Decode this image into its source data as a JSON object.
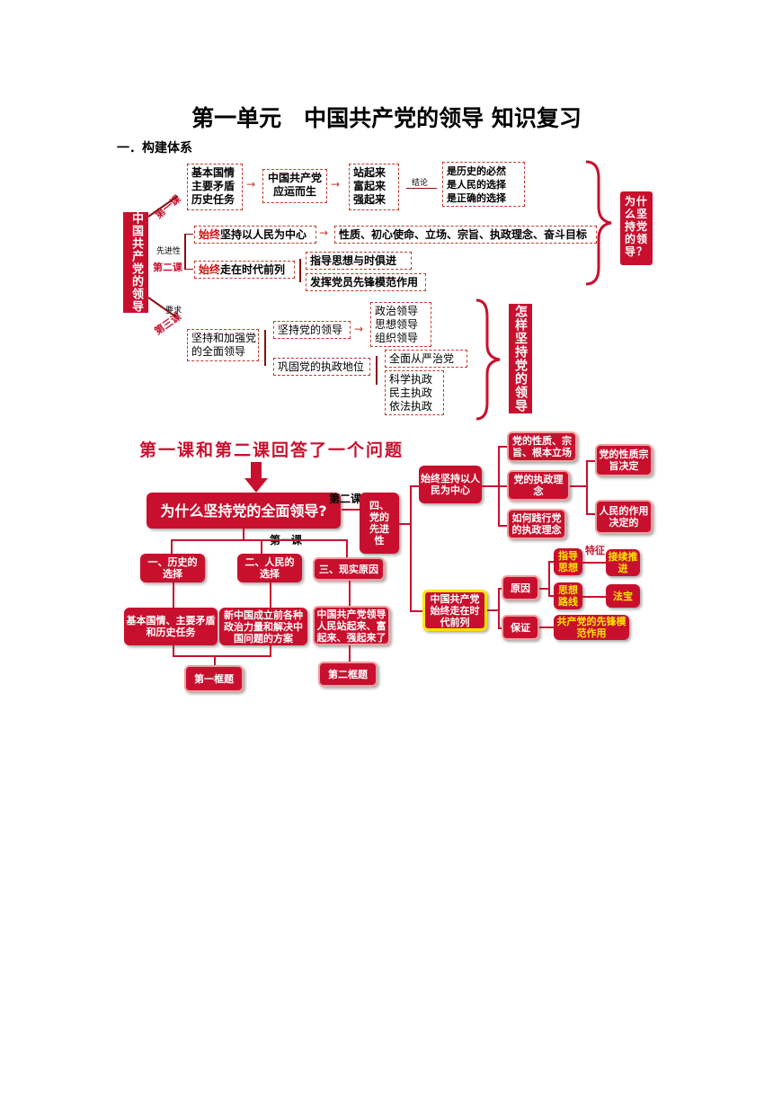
{
  "title": "第一单元　中国共产党的领导  知识复习",
  "section": "一．构建体系",
  "d1": {
    "root": "中国共产党的领导",
    "lesson1_tag": "第一课",
    "lesson2_tag": "第二课",
    "lesson3_tag": "第三课",
    "lesson3_note": "要求",
    "box_history": "基本国情\n主要矛盾\n历史任务",
    "box_born": "中国共产党\n应运而生",
    "box_stand": "站起来\n富起来\n强起来",
    "conclusion_label": "结论",
    "box_choice": "是历史的必然\n是人民的选择\n是正确的选择",
    "why_label": "为什么坚持党的领导？",
    "advanced_label": "先进性",
    "always_word": "始终",
    "center_text": "坚持以人民为中心",
    "center_detail": "性质、初心使命、立场、宗旨、执政理念、奋斗目标",
    "front_text": "走在时代前列",
    "guide": "指导思想与时俱进",
    "exemplary": "发挥党员先锋模范作用",
    "how_label": "怎样坚持党的领导",
    "insist_all": "坚持和加强党\n的全面领导",
    "insist_lead": "坚持党的领导",
    "lead_types": "政治领导\n思想领导\n组织领导",
    "consolidate": "巩固党的执政地位",
    "strict": "全面从严治党",
    "govern": "科学执政\n民主执政\n依法执政"
  },
  "d2": {
    "heading": "第一课和第二课回答了一个问题",
    "question": "为什么坚持党的全面领导?",
    "lesson1": "第一课",
    "lesson2": "第二课",
    "c1": "一、历史的\n选择",
    "c2": "二、人民的\n选择",
    "c3": "三、现实原因",
    "c1_detail": "基本国情、主要矛盾和历史任务",
    "c2_detail": "新中国成立前各种政治力量和解决中国问题的方案",
    "c3_detail": "中国共产党领导人民站起来、富起来、强起来了",
    "frame1": "第一框题",
    "frame2": "第二框题",
    "four": "四、\n党的\n先进\n性",
    "center": "始终坚持以人民为中心",
    "nature": "党的性质、宗旨、根本立场",
    "idea": "党的执政理念",
    "practice": "如何践行党的执政理念",
    "nature_decide": "党的性质宗旨决定",
    "people_decide": "人民的作用决定的",
    "front": "中国共产党始终走在时代前列",
    "reason": "原因",
    "guarantee": "保证",
    "guide": "指导思想",
    "route": "思想路线",
    "feature": "特征",
    "continue": "接续推进",
    "magic": "法宝",
    "exemplary": "共产党的先锋模范作用"
  }
}
